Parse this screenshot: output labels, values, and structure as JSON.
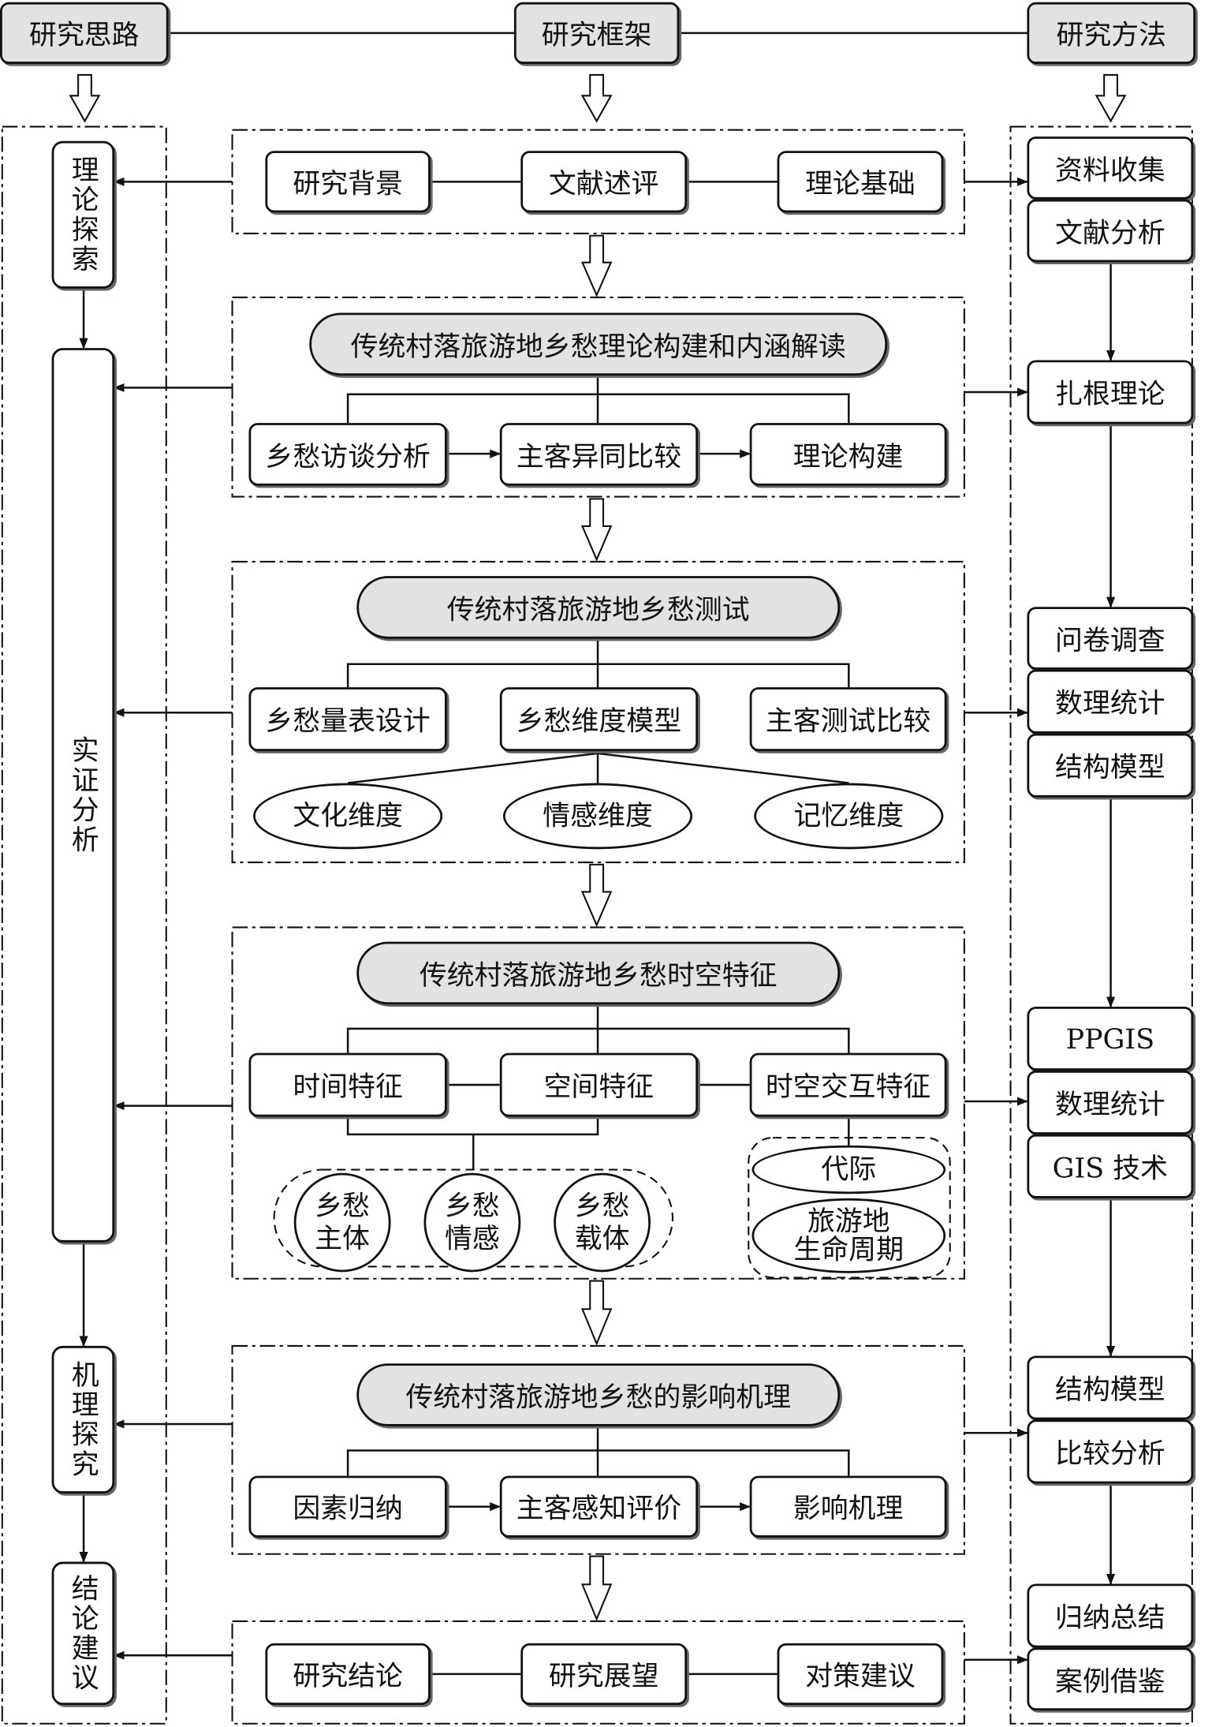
{
  "header": {
    "idea": "研究思路",
    "framework": "研究框架",
    "method": "研究方法"
  },
  "left": [
    "理论探索",
    "实证分析",
    "机理探究",
    "结论建议"
  ],
  "right": [
    "资料收集",
    "文献分析",
    "扎根理论",
    "问卷调查",
    "数理统计",
    "结构模型",
    "PPGIS",
    "数理统计",
    "GIS 技术",
    "结构模型",
    "比较分析",
    "归纳总结",
    "案例借鉴"
  ],
  "s1": {
    "boxes": [
      "研究背景",
      "文献述评",
      "理论基础"
    ]
  },
  "s2": {
    "title": "传统村落旅游地乡愁理论构建和内涵解读",
    "boxes": [
      "乡愁访谈分析",
      "主客异同比较",
      "理论构建"
    ]
  },
  "s3": {
    "title": "传统村落旅游地乡愁测试",
    "boxes": [
      "乡愁量表设计",
      "乡愁维度模型",
      "主客测试比较"
    ],
    "dims": [
      "文化维度",
      "情感维度",
      "记忆维度"
    ]
  },
  "s4": {
    "title": "传统村落旅游地乡愁时空特征",
    "boxes": [
      "时间特征",
      "空间特征",
      "时空交互特征"
    ],
    "elements": [
      "乡愁\n主体",
      "乡愁\n情感",
      "乡愁\n载体"
    ],
    "interactions": [
      "代际",
      "旅游地\n生命周期"
    ]
  },
  "s5": {
    "title": "传统村落旅游地乡愁的影响机理",
    "boxes": [
      "因素归纳",
      "主客感知评价",
      "影响机理"
    ]
  },
  "s6": {
    "boxes": [
      "研究结论",
      "研究展望",
      "对策建议"
    ]
  }
}
